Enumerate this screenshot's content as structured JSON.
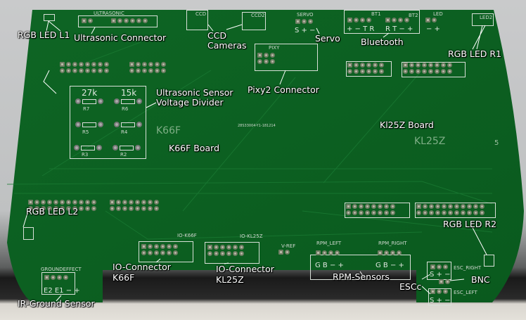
{
  "annotations": {
    "rgb_led_l1": "RGB LED L1",
    "ultrasonic_connector": "Ultrasonic Connector",
    "ccd_cameras_1": "CCD",
    "ccd_cameras_2": "Cameras",
    "servo": "Servo",
    "bluetooth": "Bluetooth",
    "rgb_led_r1": "RGB LED R1",
    "pixy2_connector": "Pixy2 Connector",
    "voltage_divider_1": "Ultrasonic Sensor",
    "voltage_divider_2": "Voltage Divider",
    "k66f_board": "K66F Board",
    "kl25z_board": "Kl25Z Board",
    "rgb_led_l2": "RGB LED L2",
    "rgb_led_r2": "RGB LED R2",
    "io_k66f_1": "IO-Connector",
    "io_k66f_2": "K66F",
    "io_kl25z_1": "IO-Connector",
    "io_kl25z_2": "KL25Z",
    "rpm_sensors": "RPM-Sensors",
    "escs": "ESCc",
    "bnc": "BNC",
    "ir_ground_sensor": "IR-Ground Sensor"
  },
  "silkscreen": {
    "k66f": "K66F",
    "kl25z": "KL25Z",
    "five": "5",
    "serial": "28S33004-Y1-181214",
    "ultrasonic": "ULTRASONIC",
    "ccd": "CCD",
    "ccd2": "CCD2",
    "servo": "SERVO",
    "servo_pins": "S + −",
    "bt1": "BT1",
    "bt2": "BT2",
    "bt1_pins": "+ − T R",
    "bt2_pins": "R T − +",
    "led": "LED",
    "led_pins": "− +",
    "led2": "LED2",
    "pixy": "PIXY",
    "r_27k": "27k",
    "r_15k": "15k",
    "r7": "R7",
    "r6": "R6",
    "r5": "R5",
    "r4": "R4",
    "r3": "R3",
    "r2": "R2",
    "io_k66f": "IO-K66F",
    "io_kl25z": "IO-KL25Z",
    "v_ref": "V-REF",
    "rpm_left": "RPM_LEFT",
    "rpm_right": "RPM_RIGHT",
    "rpm_pins_l": "G B − +",
    "rpm_pins_r": "G B − +",
    "esc_right": "ESC_RIGHT",
    "esc_left": "ESC_LEFT",
    "esc_pins_r": "S + −",
    "esc_pins_l": "S + −",
    "groundeffect": "GROUNDEFFECT",
    "ground_pins": "E2 E1 − +"
  },
  "colors": {
    "pcb": "#0d5e21",
    "silk": "#d8e0d8"
  }
}
